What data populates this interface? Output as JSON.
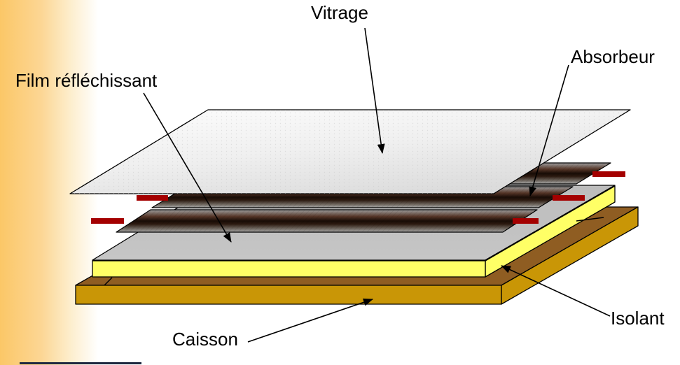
{
  "labels": {
    "vitrage": "Vitrage",
    "absorbeur": "Absorbeur",
    "film_reflechissant": "Film réfléchissant",
    "caisson": "Caisson",
    "isolant": "Isolant"
  },
  "diagram": {
    "type": "exploded-layer-diagram",
    "layers": [
      {
        "id": "vitrage",
        "label": "Vitrage"
      },
      {
        "id": "absorbeur",
        "label": "Absorbeur"
      },
      {
        "id": "film_reflechissant",
        "label": "Film réfléchissant"
      },
      {
        "id": "isolant",
        "label": "Isolant"
      },
      {
        "id": "caisson",
        "label": "Caisson"
      }
    ]
  },
  "colors": {
    "edge_gradient_start": "#fbc767",
    "edge_gradient_end": "#ffffff",
    "glazing_light": "#fdfdfd",
    "glazing_dark": "#dededе",
    "absorber_gray": "#a0a0a0",
    "absorber_maroon": "#553527",
    "absorber_dark": "#180c06",
    "film_surface_gray": "#c6c6c6",
    "insulation_yellow": "#ffff66",
    "casing_top_brown": "#8f5d22",
    "casing_gold": "#c99606",
    "pipe_red": "#a40000",
    "line_black": "#000000"
  }
}
